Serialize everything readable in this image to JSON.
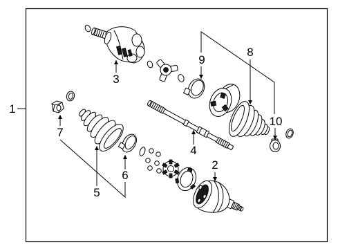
{
  "callouts": [
    "1",
    "2",
    "3",
    "4",
    "5",
    "6",
    "7",
    "8",
    "9",
    "10"
  ],
  "colors": {
    "line": "#000000",
    "background": "#ffffff"
  }
}
